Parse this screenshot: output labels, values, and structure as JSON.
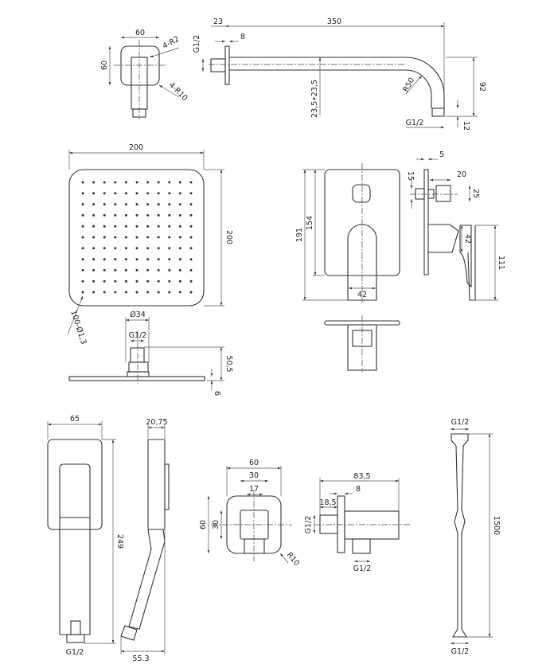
{
  "wall_bracket": {
    "width": "60",
    "height": "60",
    "corner_small": "4-R2",
    "corner_large": "4-R10"
  },
  "shower_arm": {
    "length": "350",
    "flange_offset": "23",
    "flange_thickness": "8",
    "inlet_thread": "G1/2",
    "tube_offset": "23,5•23,5",
    "bend_radius": "R50",
    "drop": "92",
    "outlet_height": "12",
    "outlet_thread": "G1/2"
  },
  "shower_head": {
    "width": "200",
    "height": "200",
    "nozzles": "100-Ø1,3",
    "connector_diameter": "Ø34",
    "thread": "G1/2",
    "total_height": "50,5",
    "plate_thickness": "6"
  },
  "mixer": {
    "height": "191",
    "plate_height": "154",
    "handle_width": "42",
    "plate_depth": "5",
    "diverter_offset": "15",
    "diverter_depth": "20",
    "diverter_size": "25",
    "handle_height": "42",
    "handle_drop": "111"
  },
  "hand_shower": {
    "width": "65",
    "length": "249",
    "thread": "G1/2",
    "head_depth": "20,75",
    "handle_depth": "55.3"
  },
  "wall_outlet": {
    "width": "60",
    "inner_width": "30",
    "nipple_width": "17",
    "height": "60",
    "inner_height": "30",
    "radius": "R10",
    "depth": "83,5",
    "flange": "8",
    "nipple_length": "18,5",
    "inlet_thread": "G1/2",
    "outlet_thread": "G1/2"
  },
  "hose": {
    "top_thread": "G1/2",
    "length": "1500",
    "bottom_thread": "G1/2"
  },
  "colors": {
    "line": "#333333",
    "background": "#ffffff"
  }
}
